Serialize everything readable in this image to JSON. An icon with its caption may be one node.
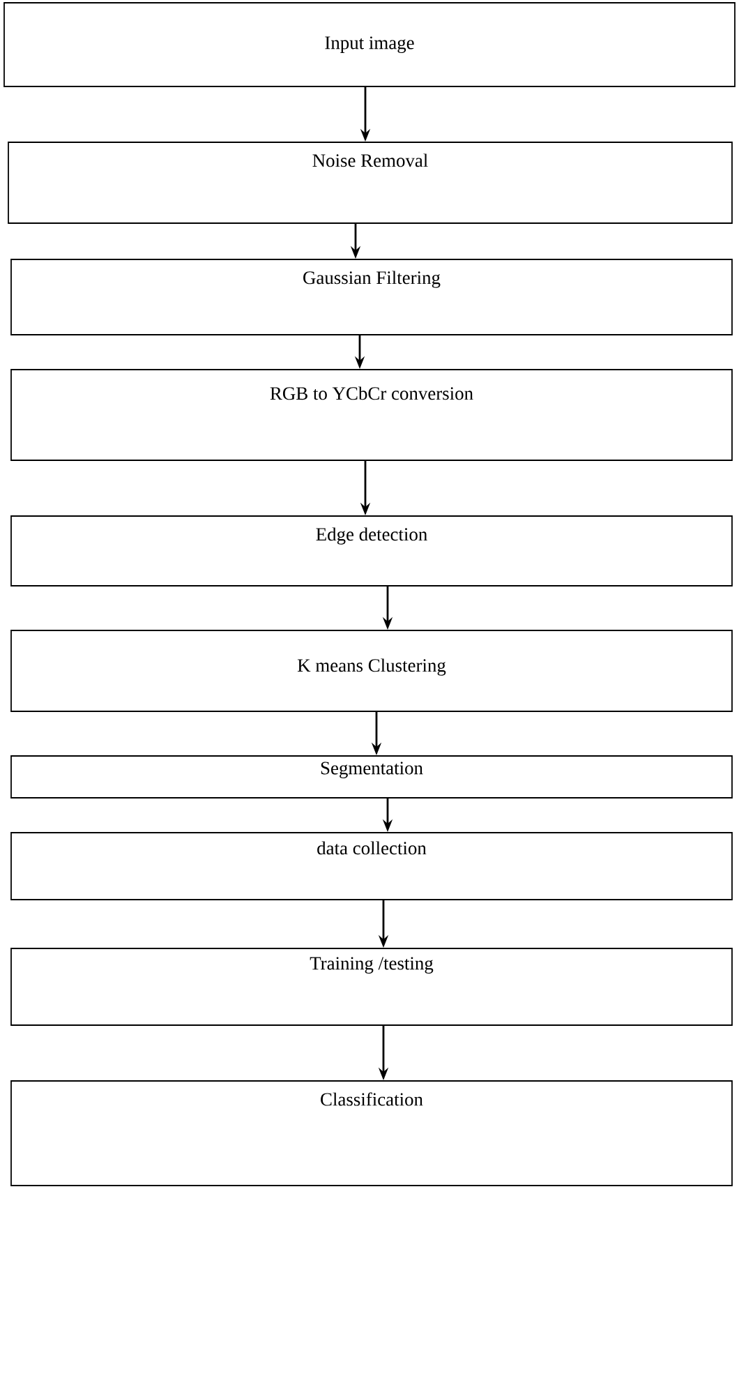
{
  "diagram": {
    "nodes": [
      {
        "text": [
          "Input image"
        ]
      },
      {
        "text": [
          "Noise Removal"
        ]
      },
      {
        "text": [
          "Gaussian Filtering"
        ]
      },
      {
        "text": [
          "RGB to YCbCr conversion"
        ]
      },
      {
        "text": [
          "Edge detection"
        ]
      },
      {
        "text": [
          "K means Clustering"
        ]
      },
      {
        "text": [
          "Segmentation"
        ]
      },
      {
        "text": [
          "data collection"
        ]
      },
      {
        "text": [
          "Training /testing"
        ]
      },
      {
        "text": [
          "Classification"
        ]
      }
    ],
    "edges": [
      {
        "from": 0,
        "to": 1,
        "arrow": "to"
      },
      {
        "from": 1,
        "to": 2,
        "arrow": "to"
      },
      {
        "from": 2,
        "to": 3,
        "arrow": "to"
      },
      {
        "from": 3,
        "to": 4,
        "arrow": "to"
      },
      {
        "from": 4,
        "to": 5,
        "arrow": "to"
      },
      {
        "from": 5,
        "to": 6,
        "arrow": "to"
      },
      {
        "from": 6,
        "to": 7,
        "arrow": "to"
      },
      {
        "from": 7,
        "to": 8,
        "arrow": "to"
      },
      {
        "from": 8,
        "to": 9,
        "arrow": "to"
      }
    ]
  }
}
